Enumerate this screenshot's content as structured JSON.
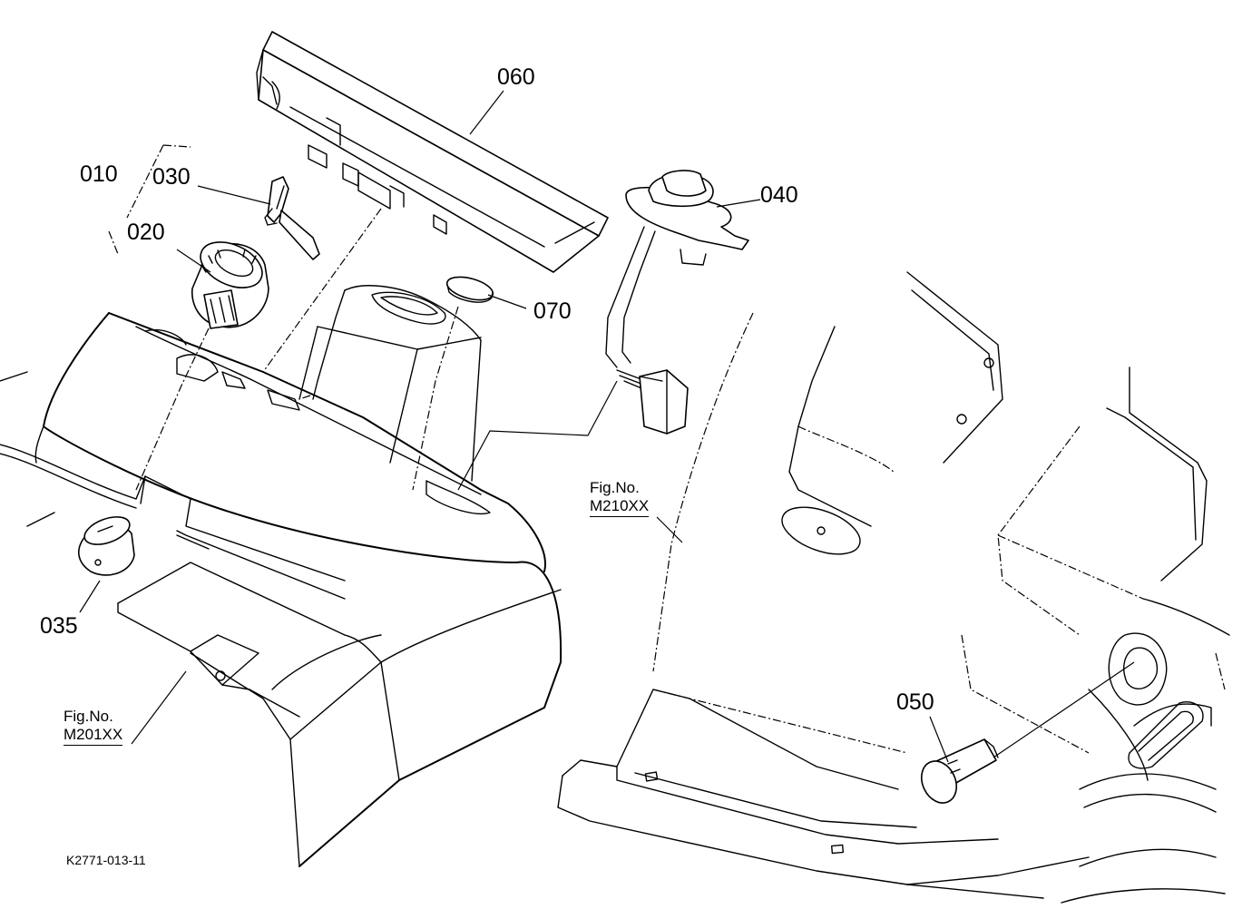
{
  "parts": [
    {
      "id": "p010",
      "label": "010"
    },
    {
      "id": "p030",
      "label": "030"
    },
    {
      "id": "p020",
      "label": "020"
    },
    {
      "id": "p060",
      "label": "060"
    },
    {
      "id": "p040",
      "label": "040"
    },
    {
      "id": "p070",
      "label": "070"
    },
    {
      "id": "p035",
      "label": "035"
    },
    {
      "id": "p050",
      "label": "050"
    }
  ],
  "figure_refs": [
    {
      "prefix": "Fig.No.",
      "code": "M210XX"
    },
    {
      "prefix": "Fig.No.",
      "code": "M201XX"
    }
  ],
  "document_id": "K2771-013-11"
}
